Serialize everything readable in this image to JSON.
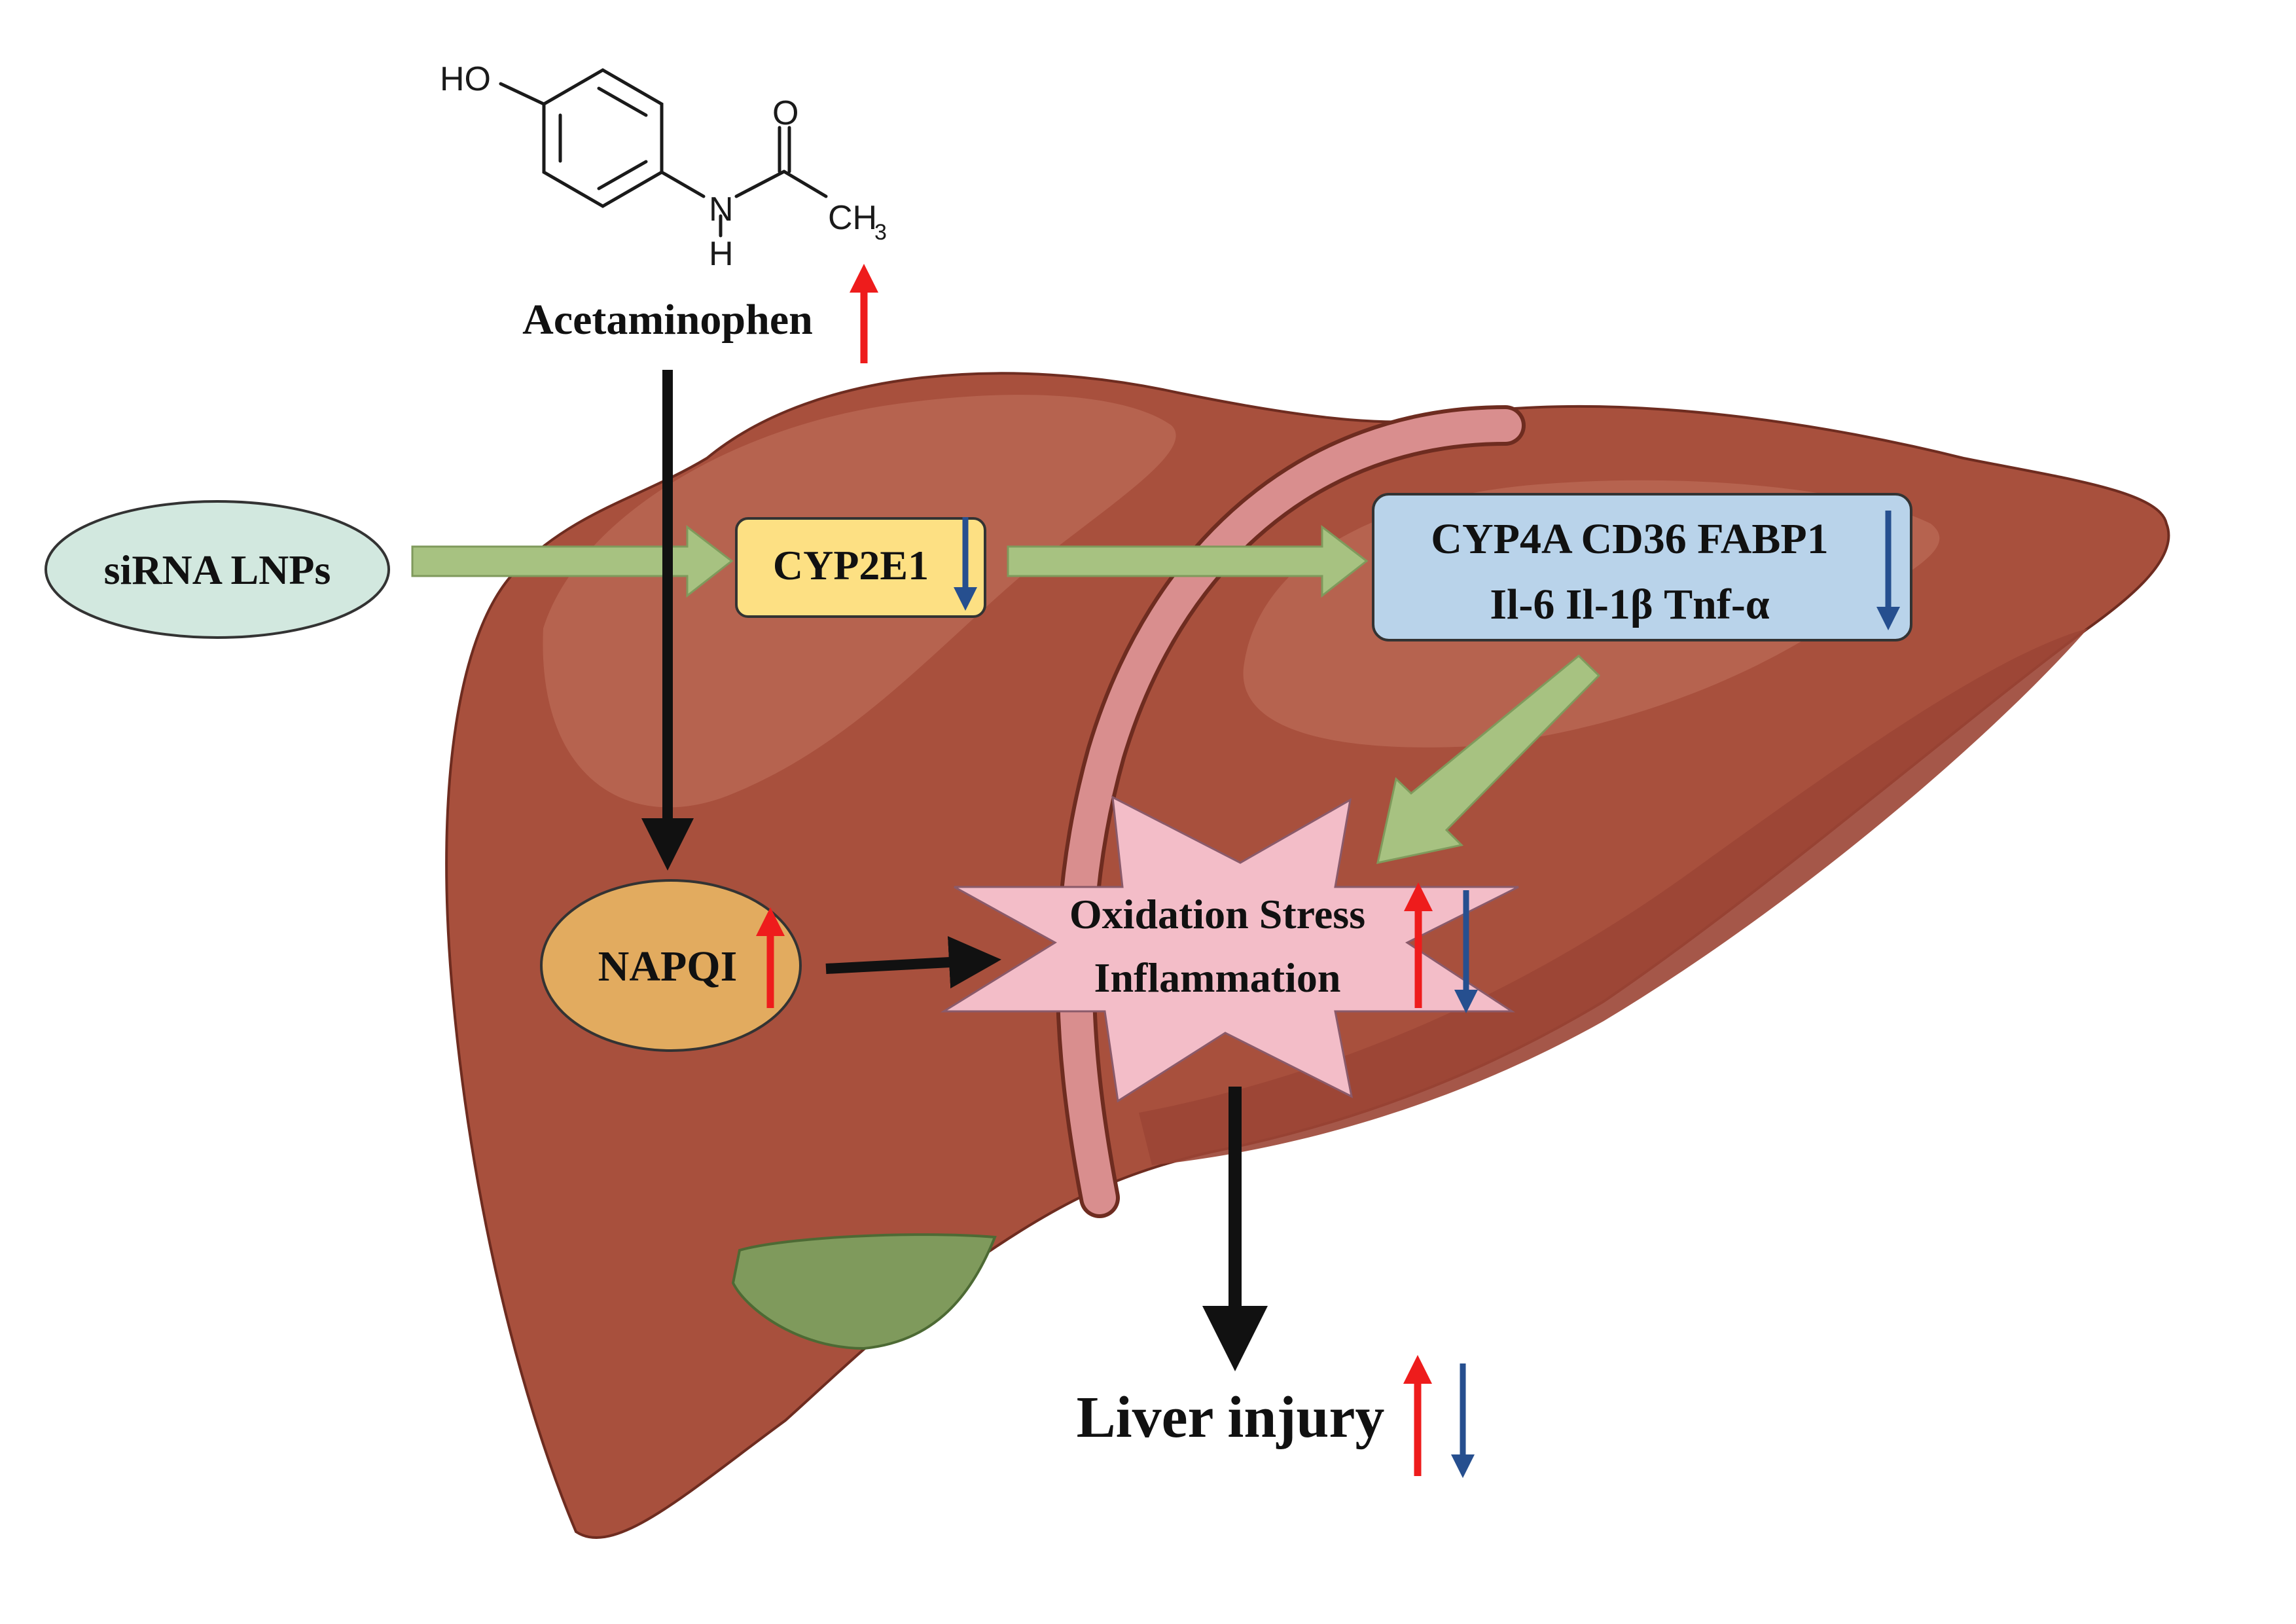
{
  "molecule": {
    "name": "Acetaminophen",
    "atoms": {
      "hydroxyl": "HO",
      "oxygen": "O",
      "nitrogen": "N",
      "hydrogen": "H",
      "methyl": "CH",
      "methyl_subscript": "3"
    }
  },
  "nodes": {
    "sirna": "siRNA LNPs",
    "cyp2e1": "CYP2E1",
    "genes_line1": "CYP4A CD36 FABP1",
    "genes_line2": "Il-6 Il-1β Tnf-α",
    "napqi": "NAPQI",
    "stress_line1": "Oxidation Stress",
    "stress_line2": "Inflammation",
    "outcome": "Liver injury"
  },
  "indicators": {
    "acetaminophen": [
      "up"
    ],
    "cyp2e1": [
      "down"
    ],
    "genes": [
      "down"
    ],
    "napqi": [
      "up"
    ],
    "stress": [
      "up",
      "down"
    ],
    "outcome": [
      "up",
      "down"
    ]
  },
  "colors": {
    "liver_main": "#a8503d",
    "liver_highlight": "#bb6a55",
    "liver_shadow": "#7a1e22",
    "gallbladder": "#7f9a5c",
    "ligament": "#d98e8e",
    "sirna_fill": "#d2e8df",
    "cyp2e1_fill": "#fde083",
    "genes_fill": "#b9d3ea",
    "napqi_fill": "#e2ab5f",
    "stress_fill": "#f3bdc8",
    "green_arrow": "#a7c281",
    "up_arrow": "#ee1c1c",
    "down_arrow": "#264f8f",
    "black_arrow": "#111111"
  }
}
